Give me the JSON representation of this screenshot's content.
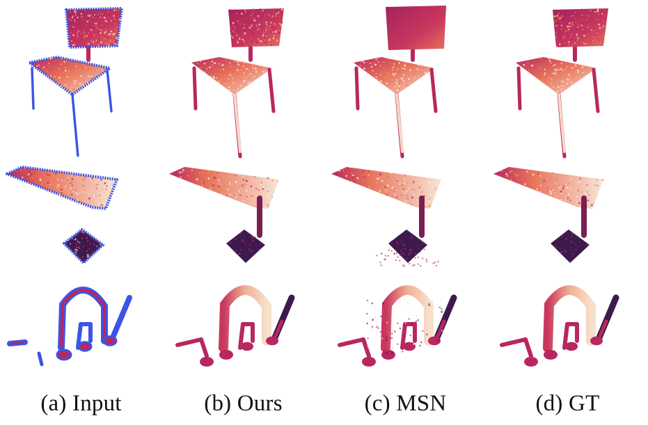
{
  "figure": {
    "columns": [
      {
        "id": "input",
        "caption": "(a) Input"
      },
      {
        "id": "ours",
        "caption": "(b) Ours"
      },
      {
        "id": "msn",
        "caption": "(c) MSN"
      },
      {
        "id": "gt",
        "caption": "(d) GT"
      }
    ],
    "rows": [
      "chair",
      "lamp",
      "plant"
    ],
    "colors": {
      "outline": "#3b55e6",
      "dark": "#3d1a4d",
      "mid": "#b8275f",
      "warm": "#e8735a",
      "light": "#f7d9c4"
    }
  }
}
